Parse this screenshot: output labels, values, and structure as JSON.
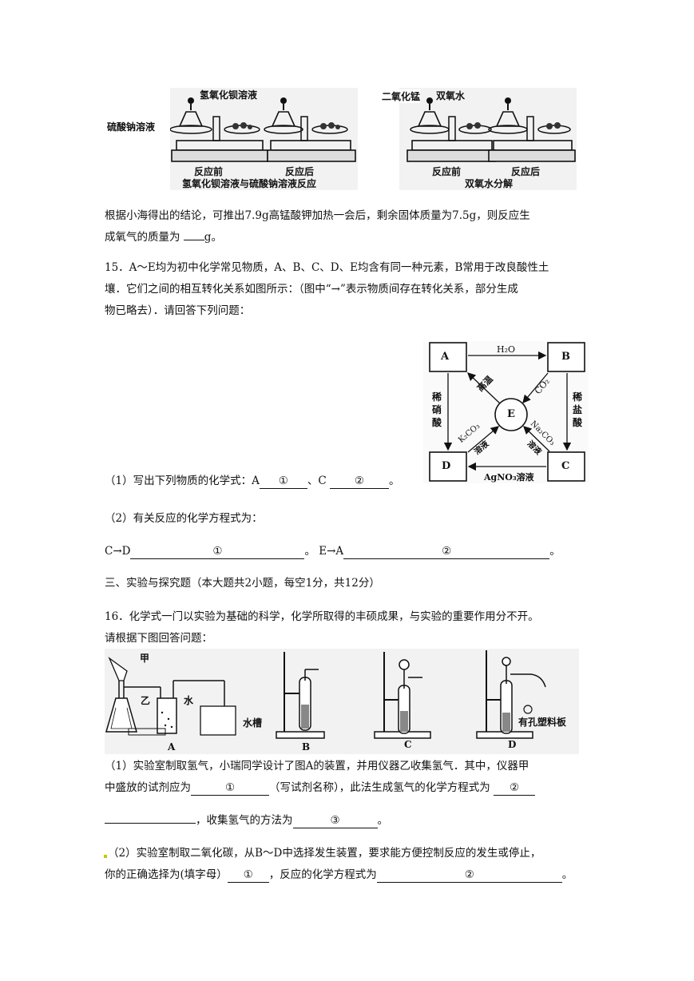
{
  "balance_figure": {
    "left": {
      "label_top": "氢氧化钡溶液",
      "label_left": "硫酸钠溶液",
      "before": "反应前",
      "after": "反应后",
      "caption": "氢氧化钡溶液与硫酸钠溶液反应"
    },
    "right": {
      "label_left": "二氧化锰",
      "label_top": "双氧水",
      "before": "反应前",
      "after": "反应后",
      "caption": "双氧水分解"
    }
  },
  "q14_tail": {
    "line1": "根据小海得出的结论，可推出7.9g高锰酸钾加热一会后，剩余固体质量为7.5g，则反应生",
    "line2_prefix": "成氧气的质量为 ",
    "line2_suffix": "g。"
  },
  "q15": {
    "line1": "15．A～E均为初中化学常见物质，A、B、C、D、E均含有同一种元素，B常用于改良酸性土",
    "line2": "壤．它们之间的相互转化关系如图所示：（图中“→”表示物质间存在转化关系，部分生成",
    "line3": "物已略去）．请回答下列问题：",
    "diagram": {
      "A": "A",
      "B": "B",
      "C": "C",
      "D": "D",
      "E": "E",
      "a_to_b": "H₂O",
      "a_to_d_1": "稀",
      "a_to_d_2": "硝",
      "a_to_d_3": "酸",
      "b_to_c_1": "稀",
      "b_to_c_2": "盐",
      "b_to_c_3": "酸",
      "c_to_d": "AgNO₃溶液",
      "e_to_a": "高温",
      "b_to_e": "CO₂",
      "c_to_e_1": "Na₂CO₃",
      "c_to_e_2": "溶液",
      "d_to_e_1": "K₂CO₃",
      "d_to_e_2": "溶液"
    },
    "sub1_prefix": "（1）写出下列物质的化学式：A",
    "sub1_blank1": "①",
    "sub1_mid": "、C ",
    "sub1_blank2": "②",
    "sub1_end": "。",
    "sub2": "（2）有关反应的化学方程式为：",
    "eq1_prefix": "C→D",
    "eq1_blank": "①",
    "eq1_mid": "。 E→A",
    "eq2_blank": "②",
    "eq_end": "。"
  },
  "section3": "三、实验与探究题（本大题共2小题，每空1分，共12分）",
  "q16": {
    "line1": "16．化学式一门以实验为基础的科学，化学所取得的丰硕成果，与实验的重要作用分不开。",
    "line2": "请根据下图回答问题：",
    "apparatus": {
      "jia": "甲",
      "yi": "乙",
      "shui": "水",
      "shuicao": "水槽",
      "label_A": "A",
      "label_B": "B",
      "label_C": "C",
      "label_D": "D",
      "plate": "有孔塑料板"
    },
    "p1_line1": "（1）实验室制取氢气，小瑞同学设计了图A的装置，并用仪器乙收集氢气．其中，仪器甲",
    "p1_line2_a": "中盛放的试剂应为",
    "p1_blank1": "①",
    "p1_line2_b": "（写试剂名称），此法生成氢气的化学方程式为 ",
    "p1_blank2": "②",
    "p1_line3_b": "，收集氢气的方法为",
    "p1_blank3": "③",
    "p1_line3_end": "。",
    "p2_line1": "（2）实验室制取二氧化碳，从B～D中选择发生装置，要求能方便控制反应的发生或停止，",
    "p2_line2_a": "你的正确选择为(填字母）",
    "p2_blank1": "①",
    "p2_line2_b": "，反应的化学方程式为",
    "p2_blank2": "②",
    "p2_end": "。"
  }
}
